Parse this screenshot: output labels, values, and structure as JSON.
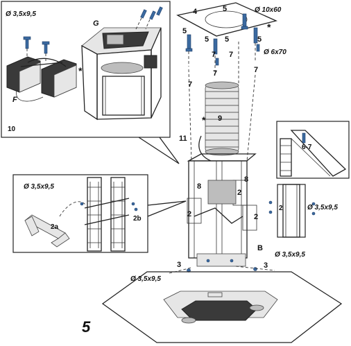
{
  "labels": {
    "step_number": "5",
    "screw_35x95": "Ø 3,5x9,5",
    "screw_10x60": "Ø 10x60",
    "screw_6x70": "Ø 6x70",
    "n2": "2",
    "n2a": "2a",
    "n2b": "2b",
    "n3": "3",
    "n4": "4",
    "n5": "5",
    "n67": "6-7",
    "n7": "7",
    "n8": "8",
    "n9": "9",
    "n10": "10",
    "n11": "11",
    "B": "B",
    "F": "F",
    "G": "G",
    "star": "*"
  },
  "colors": {
    "line": "#222222",
    "screw": "#3b6aa0",
    "dark_part": "#3a3a3a",
    "light_part": "#e6e6e6"
  }
}
